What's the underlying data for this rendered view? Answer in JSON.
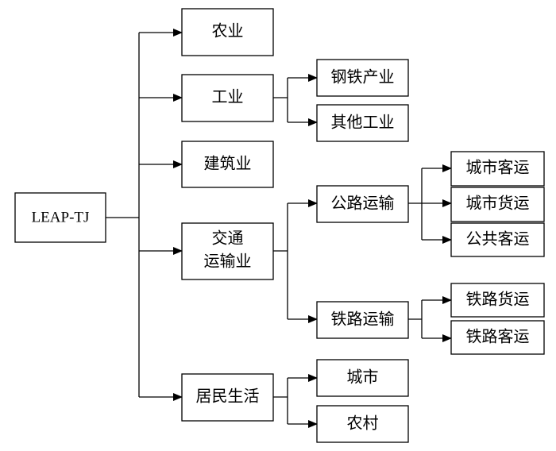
{
  "root": {
    "label": "LEAP-TJ"
  },
  "sectors": {
    "agriculture": {
      "label": "农业"
    },
    "industry": {
      "label": "工业"
    },
    "construction": {
      "label": "建筑业"
    },
    "transport": {
      "label_line1": "交通",
      "label_line2": "运输业"
    },
    "residential": {
      "label": "居民生活"
    }
  },
  "industry_children": {
    "steel": {
      "label": "钢铁产业"
    },
    "other_industry": {
      "label": "其他工业"
    }
  },
  "transport_children": {
    "road": {
      "label": "公路运输"
    },
    "rail": {
      "label": "铁路运输"
    }
  },
  "road_children": {
    "city_passenger": {
      "label": "城市客运"
    },
    "city_freight": {
      "label": "城市货运"
    },
    "public_passenger": {
      "label": "公共客运"
    }
  },
  "rail_children": {
    "rail_freight": {
      "label": "铁路货运"
    },
    "rail_passenger": {
      "label": "铁路客运"
    }
  },
  "residential_children": {
    "urban": {
      "label": "城市"
    },
    "rural": {
      "label": "农村"
    }
  }
}
